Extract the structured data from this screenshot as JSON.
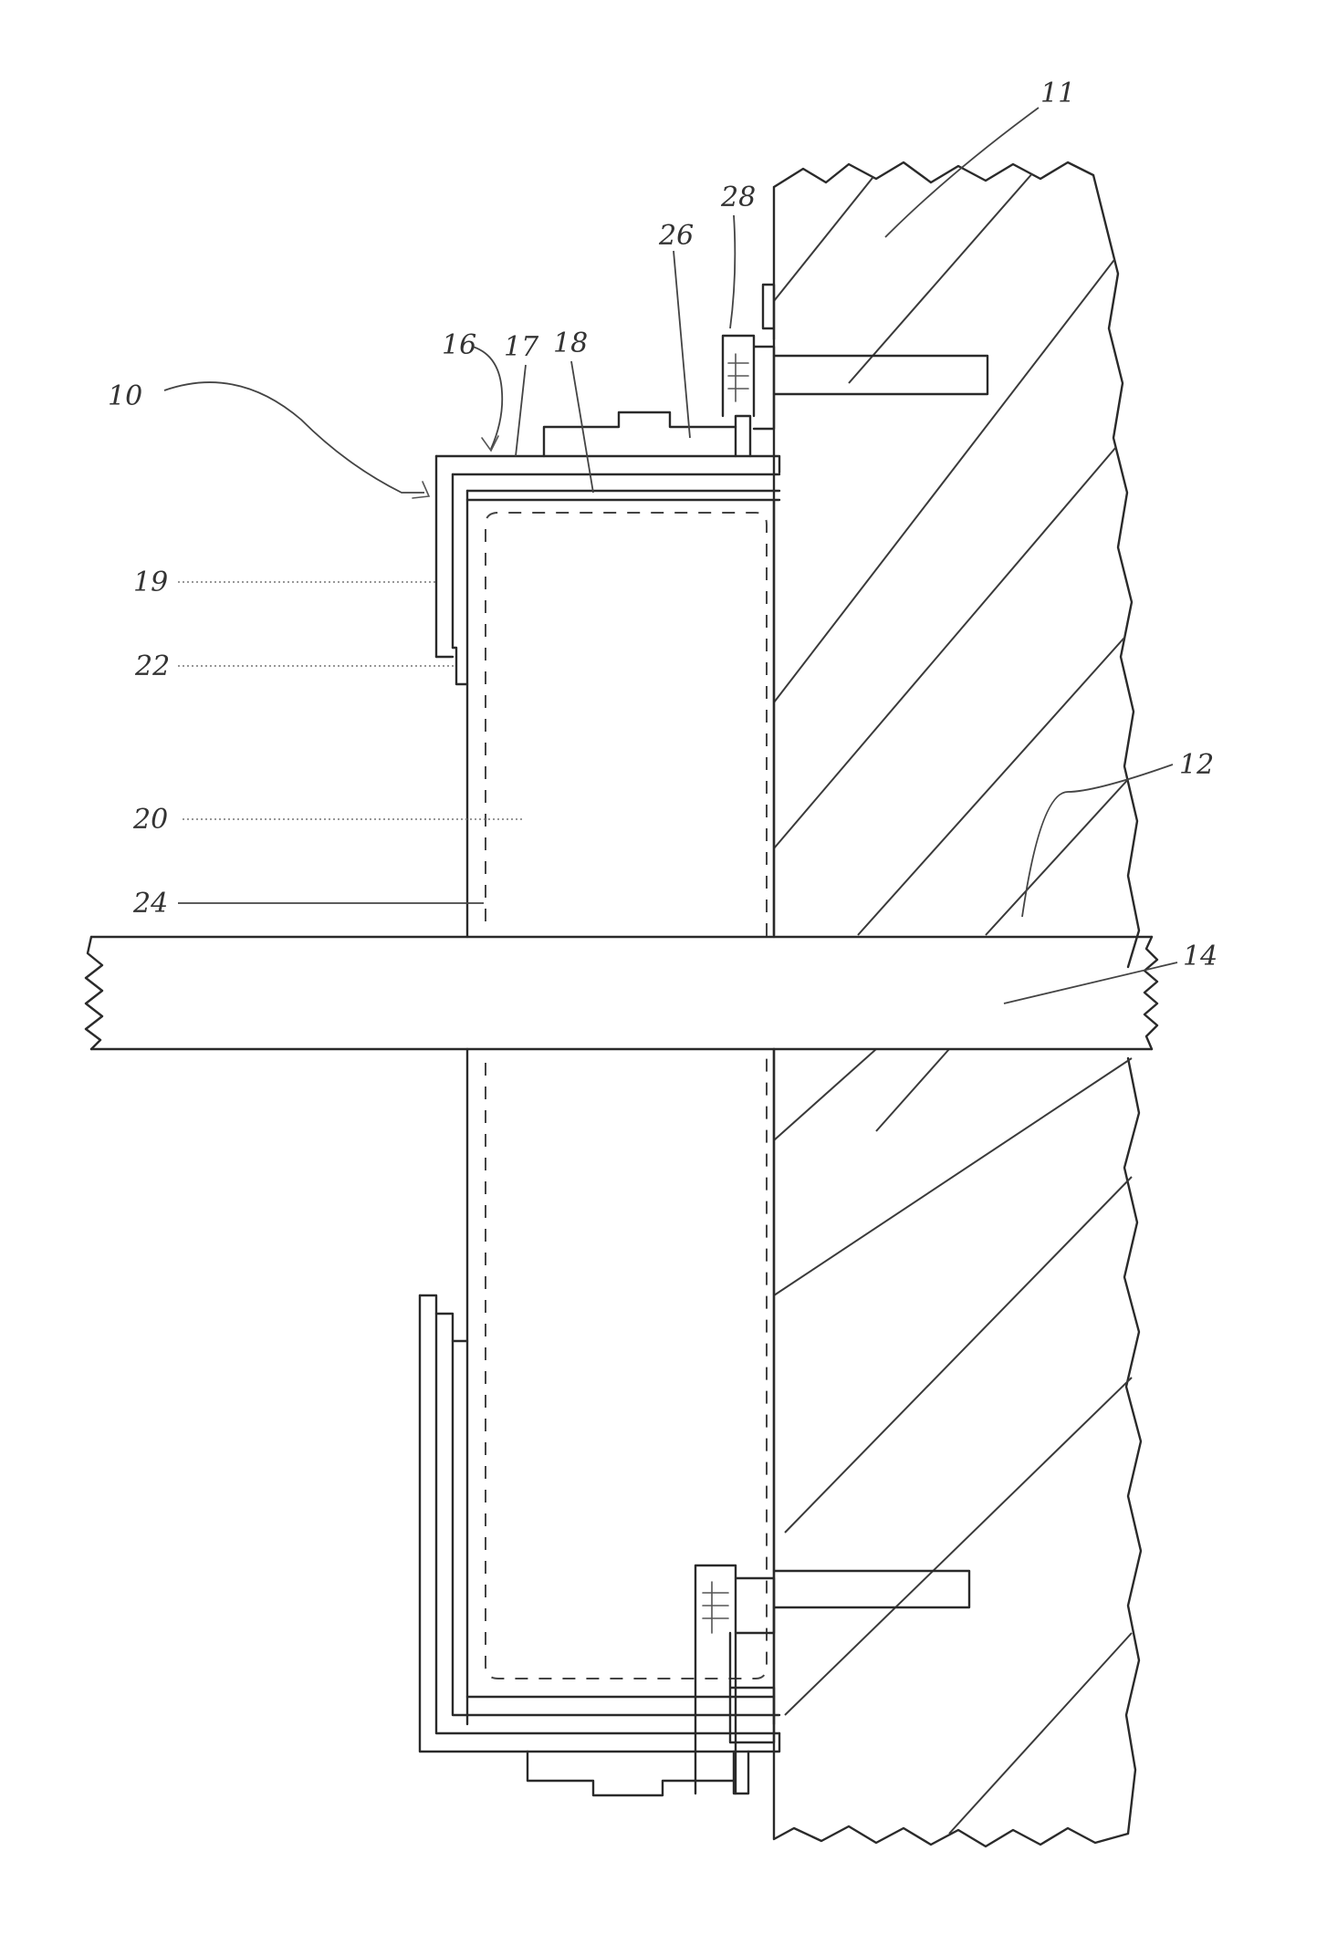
{
  "figure": {
    "labels": {
      "wall": "11",
      "assembly": "10",
      "bore": "12",
      "pipe": "14",
      "sleeve_housing": "16",
      "outer_shell": "17",
      "inner_shell": "18",
      "flange": "19",
      "filling": "20",
      "step": "22",
      "seal_edge": "24",
      "mounting_plate": "26",
      "anchor_bolt": "28"
    }
  }
}
